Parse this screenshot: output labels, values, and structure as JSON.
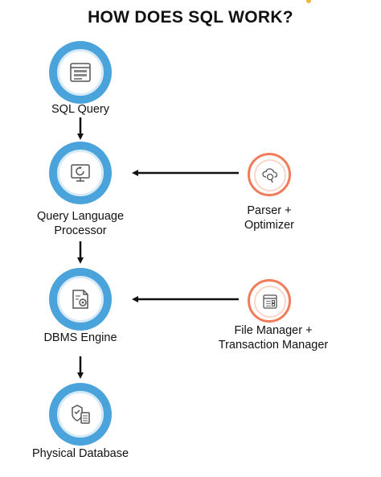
{
  "title": "HOW DOES SQL WORK?",
  "nodes": {
    "sql_query": {
      "label": "SQL Query",
      "icon": "query-window-icon"
    },
    "query_language_processor": {
      "label_line1": "Query Language",
      "label_line2": "Processor",
      "icon": "monitor-refresh-icon"
    },
    "dbms_engine": {
      "label": "DBMS Engine",
      "icon": "document-gear-icon"
    },
    "physical_database": {
      "label": "Physical Database",
      "icon": "checklist-database-icon"
    },
    "parser_optimizer": {
      "label_line1": "Parser +",
      "label_line2": "Optimizer",
      "icon": "cloud-search-icon"
    },
    "file_transaction_manager": {
      "label_line1": "File Manager +",
      "label_line2": "Transaction Manager",
      "icon": "file-list-icon"
    }
  },
  "colors": {
    "blue": "#4ba3dc",
    "orange": "#f07c5a",
    "arrow": "#111111",
    "accent": "#f5b53a"
  }
}
